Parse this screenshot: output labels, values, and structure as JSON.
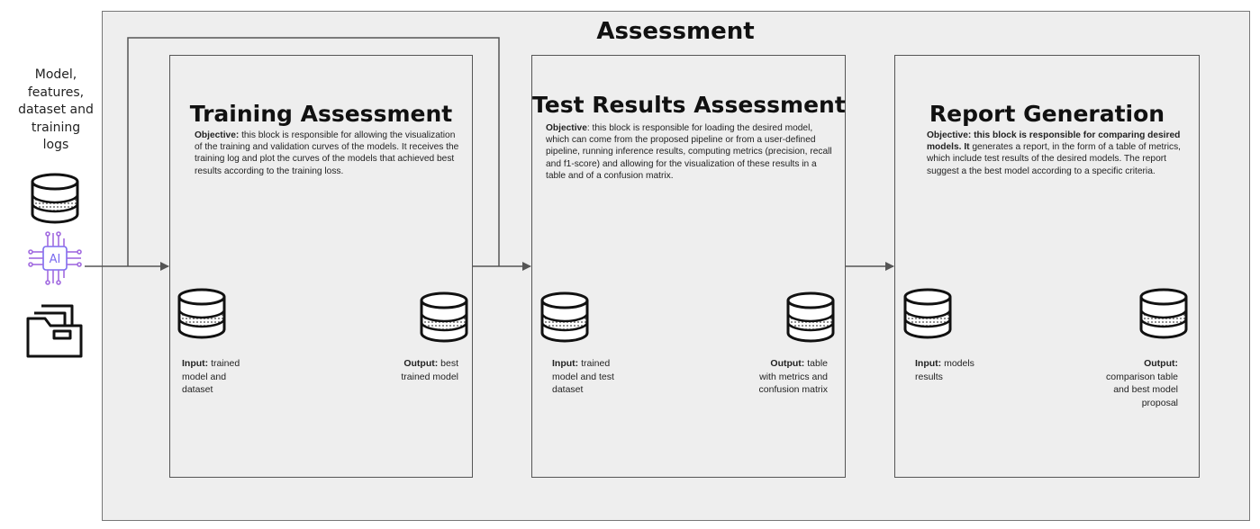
{
  "diagram": {
    "title": "Assessment",
    "inputs_label": "Model, features, dataset and training logs",
    "inputs_icons": [
      "database-icon",
      "ai-chip-icon",
      "folder-icon"
    ],
    "blocks": [
      {
        "title": "Training Assessment",
        "objective_label": "Objective:",
        "objective_text": " this block is responsible for allowing  the visualization of the training and validation curves of the models. It receives the training log and plot the curves of the models that achieved best results according to the training loss.",
        "input_label": "Input:",
        "input_text": " trained model and dataset",
        "output_label": "Output:",
        "output_text": " best trained model"
      },
      {
        "title": "Test Results Assessment",
        "objective_label": "Objective",
        "objective_text": ": this block is responsible for loading the desired model, which can come from the proposed pipeline or from a user-defined pipeline, running inference results, computing metrics (precision, recall and f1-score) and  allowing for the visualization of these results in a table and of a confusion matrix.",
        "input_label": "Input:",
        "input_text": " trained model and test dataset",
        "output_label": "Output:",
        "output_text": " table with metrics and confusion matrix"
      },
      {
        "title": "Report Generation",
        "objective_label": "Objective: this block is responsible for comparing desired models. It",
        "objective_text": " generates a report, in the form of a table of metrics,  which include test results of the desired models. The report suggest a the best model according to a specific criteria.",
        "input_label": "Input:",
        "input_text": " models results",
        "output_label": "Output:",
        "output_text": " comparison table and best model proposal"
      }
    ]
  }
}
